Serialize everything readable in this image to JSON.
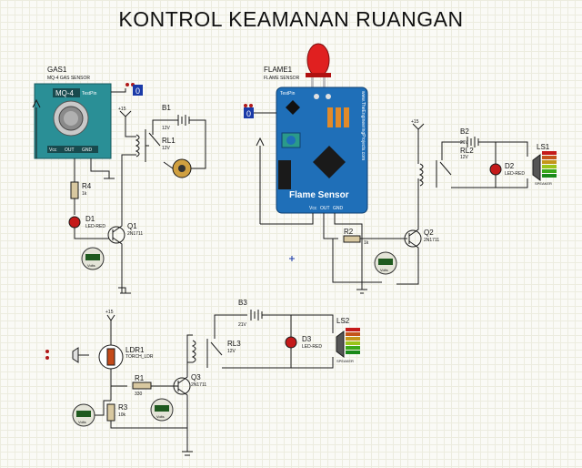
{
  "title": "KONTROL KEAMANAN RUANGAN",
  "gas_sensor": {
    "ref": "GAS1",
    "model": "MQ-4 GAS SENSOR",
    "face_label": "MQ-4",
    "pin_label": "TestPin",
    "pins": [
      "Vcc",
      "OUT",
      "GND"
    ],
    "logic_value": "0"
  },
  "flame_sensor": {
    "ref": "FLAME1",
    "model": "FLAME SENSOR",
    "pin_label": "TestPin",
    "board_label": "Flame Sensor",
    "website": "www.TheEngineeringProjects.com",
    "pins": [
      "Vcc",
      "OUT",
      "GND"
    ],
    "logic_value": "0"
  },
  "power_label": "+15",
  "batteries": [
    {
      "ref": "B1",
      "value": "12V"
    },
    {
      "ref": "B2",
      "value": "21V"
    },
    {
      "ref": "B3",
      "value": "21V"
    }
  ],
  "relays": [
    {
      "ref": "RL1",
      "value": "12V"
    },
    {
      "ref": "RL2",
      "value": "12V"
    },
    {
      "ref": "RL3",
      "value": "12V"
    }
  ],
  "resistors": [
    {
      "ref": "R4",
      "value": "1k"
    },
    {
      "ref": "R2",
      "value": "1k"
    },
    {
      "ref": "R1",
      "value": "330"
    },
    {
      "ref": "R3",
      "value": "10k"
    }
  ],
  "leds": [
    {
      "ref": "D1",
      "value": "LED-RED"
    },
    {
      "ref": "D2",
      "value": "LED-RED"
    },
    {
      "ref": "D3",
      "value": "LED-RED"
    }
  ],
  "transistors": [
    {
      "ref": "Q1",
      "value": "2N1711"
    },
    {
      "ref": "Q2",
      "value": "2N1711"
    },
    {
      "ref": "Q3",
      "value": "2N1711"
    }
  ],
  "speakers": [
    {
      "ref": "LS1",
      "value": "SPEAKER"
    },
    {
      "ref": "LS2",
      "value": "SPEAKER"
    }
  ],
  "ldr": {
    "ref": "LDR1",
    "value": "TORCH_LDR"
  },
  "voltmeter_label": "Volts",
  "colors": {
    "wire": "#1a1a1a",
    "sensor_body": "#2a8f96",
    "flame_board": "#1f6fb8",
    "led_red": "#c41a1a",
    "logic_probe": "#1a3aa8"
  }
}
